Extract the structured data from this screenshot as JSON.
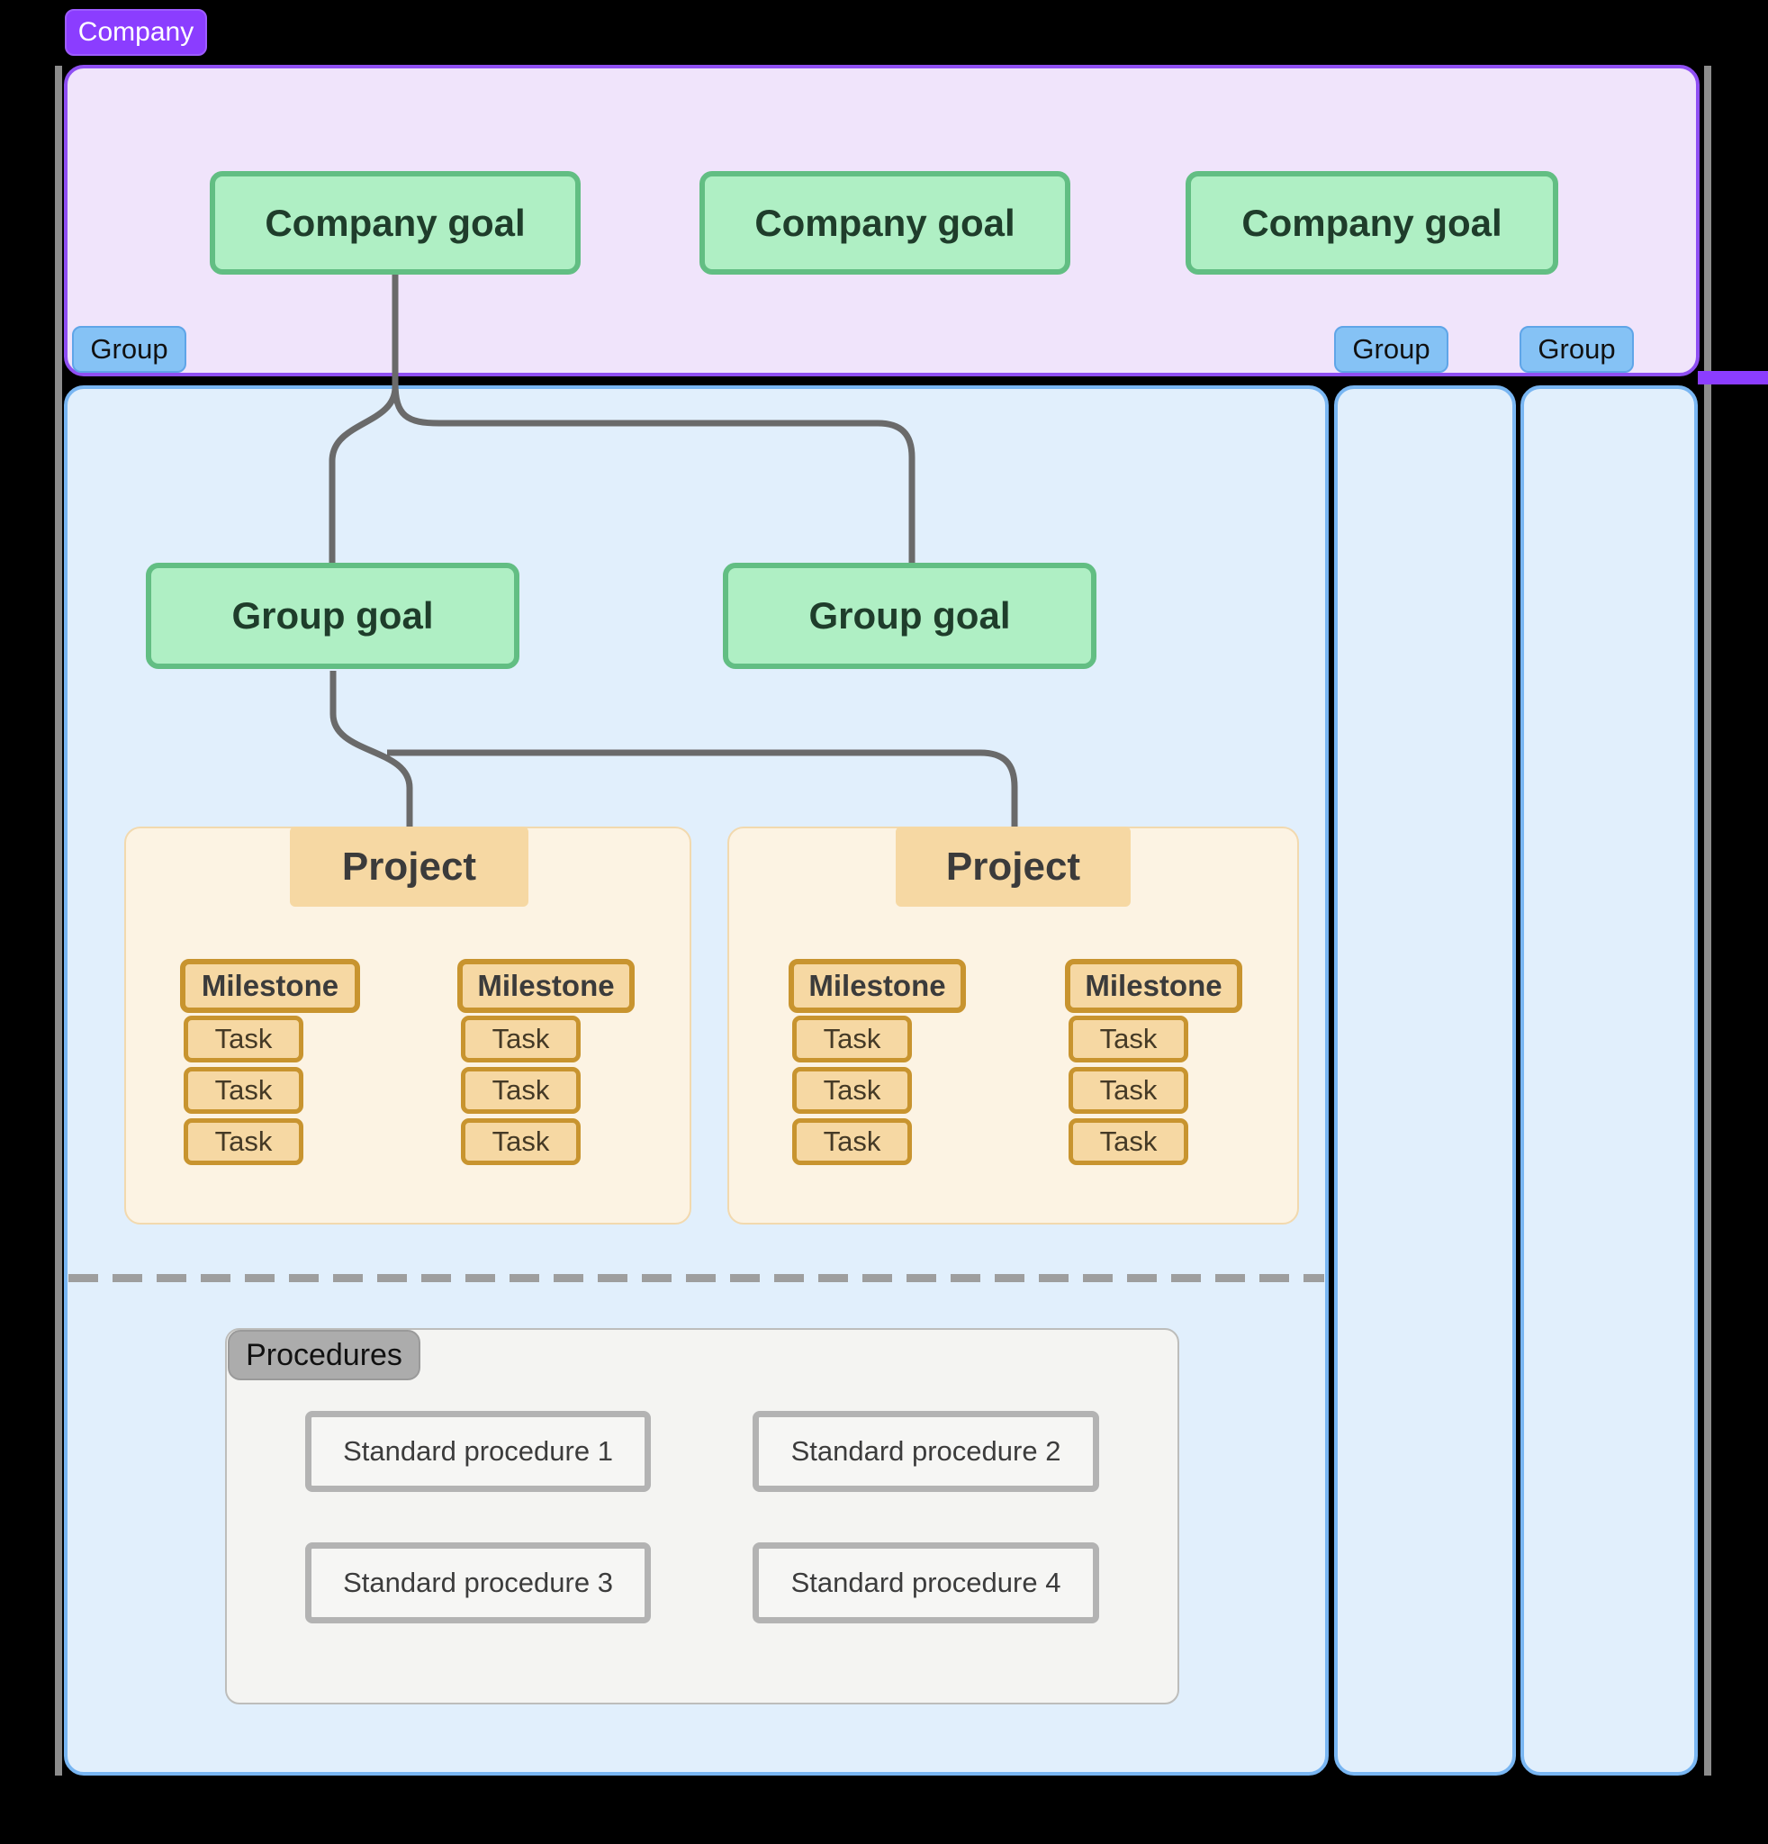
{
  "company": {
    "badge": "Company",
    "goals": [
      "Company goal",
      "Company goal",
      "Company goal"
    ]
  },
  "groups": [
    {
      "badge": "Group"
    },
    {
      "badge": "Group"
    },
    {
      "badge": "Group"
    }
  ],
  "group_goals": [
    "Group goal",
    "Group goal"
  ],
  "projects": [
    {
      "label": "Project",
      "milestones": [
        {
          "label": "Milestone",
          "tasks": [
            "Task",
            "Task",
            "Task"
          ]
        },
        {
          "label": "Milestone",
          "tasks": [
            "Task",
            "Task",
            "Task"
          ]
        }
      ]
    },
    {
      "label": "Project",
      "milestones": [
        {
          "label": "Milestone",
          "tasks": [
            "Task",
            "Task",
            "Task"
          ]
        },
        {
          "label": "Milestone",
          "tasks": [
            "Task",
            "Task",
            "Task"
          ]
        }
      ]
    }
  ],
  "procedures": {
    "badge": "Procedures",
    "items": [
      "Standard procedure 1",
      "Standard procedure 2",
      "Standard procedure 3",
      "Standard procedure 4"
    ]
  },
  "colors": {
    "background": "#000000",
    "company_accent": "#8B3DFF",
    "company_fill": "#F0E4FB",
    "group_accent": "#79B6F2",
    "group_badge_fill": "#85C2F5",
    "group_fill": "#E1EFFC",
    "goal_fill": "#AFEFC4",
    "goal_border": "#62BE83",
    "project_fill": "#FCF3E3",
    "orange_fill": "#F6D8A3",
    "orange_border": "#C8942F",
    "connector": "#6A6A6A",
    "procedures_fill": "#F4F4F2",
    "procedures_badge_fill": "#ACACAC"
  }
}
